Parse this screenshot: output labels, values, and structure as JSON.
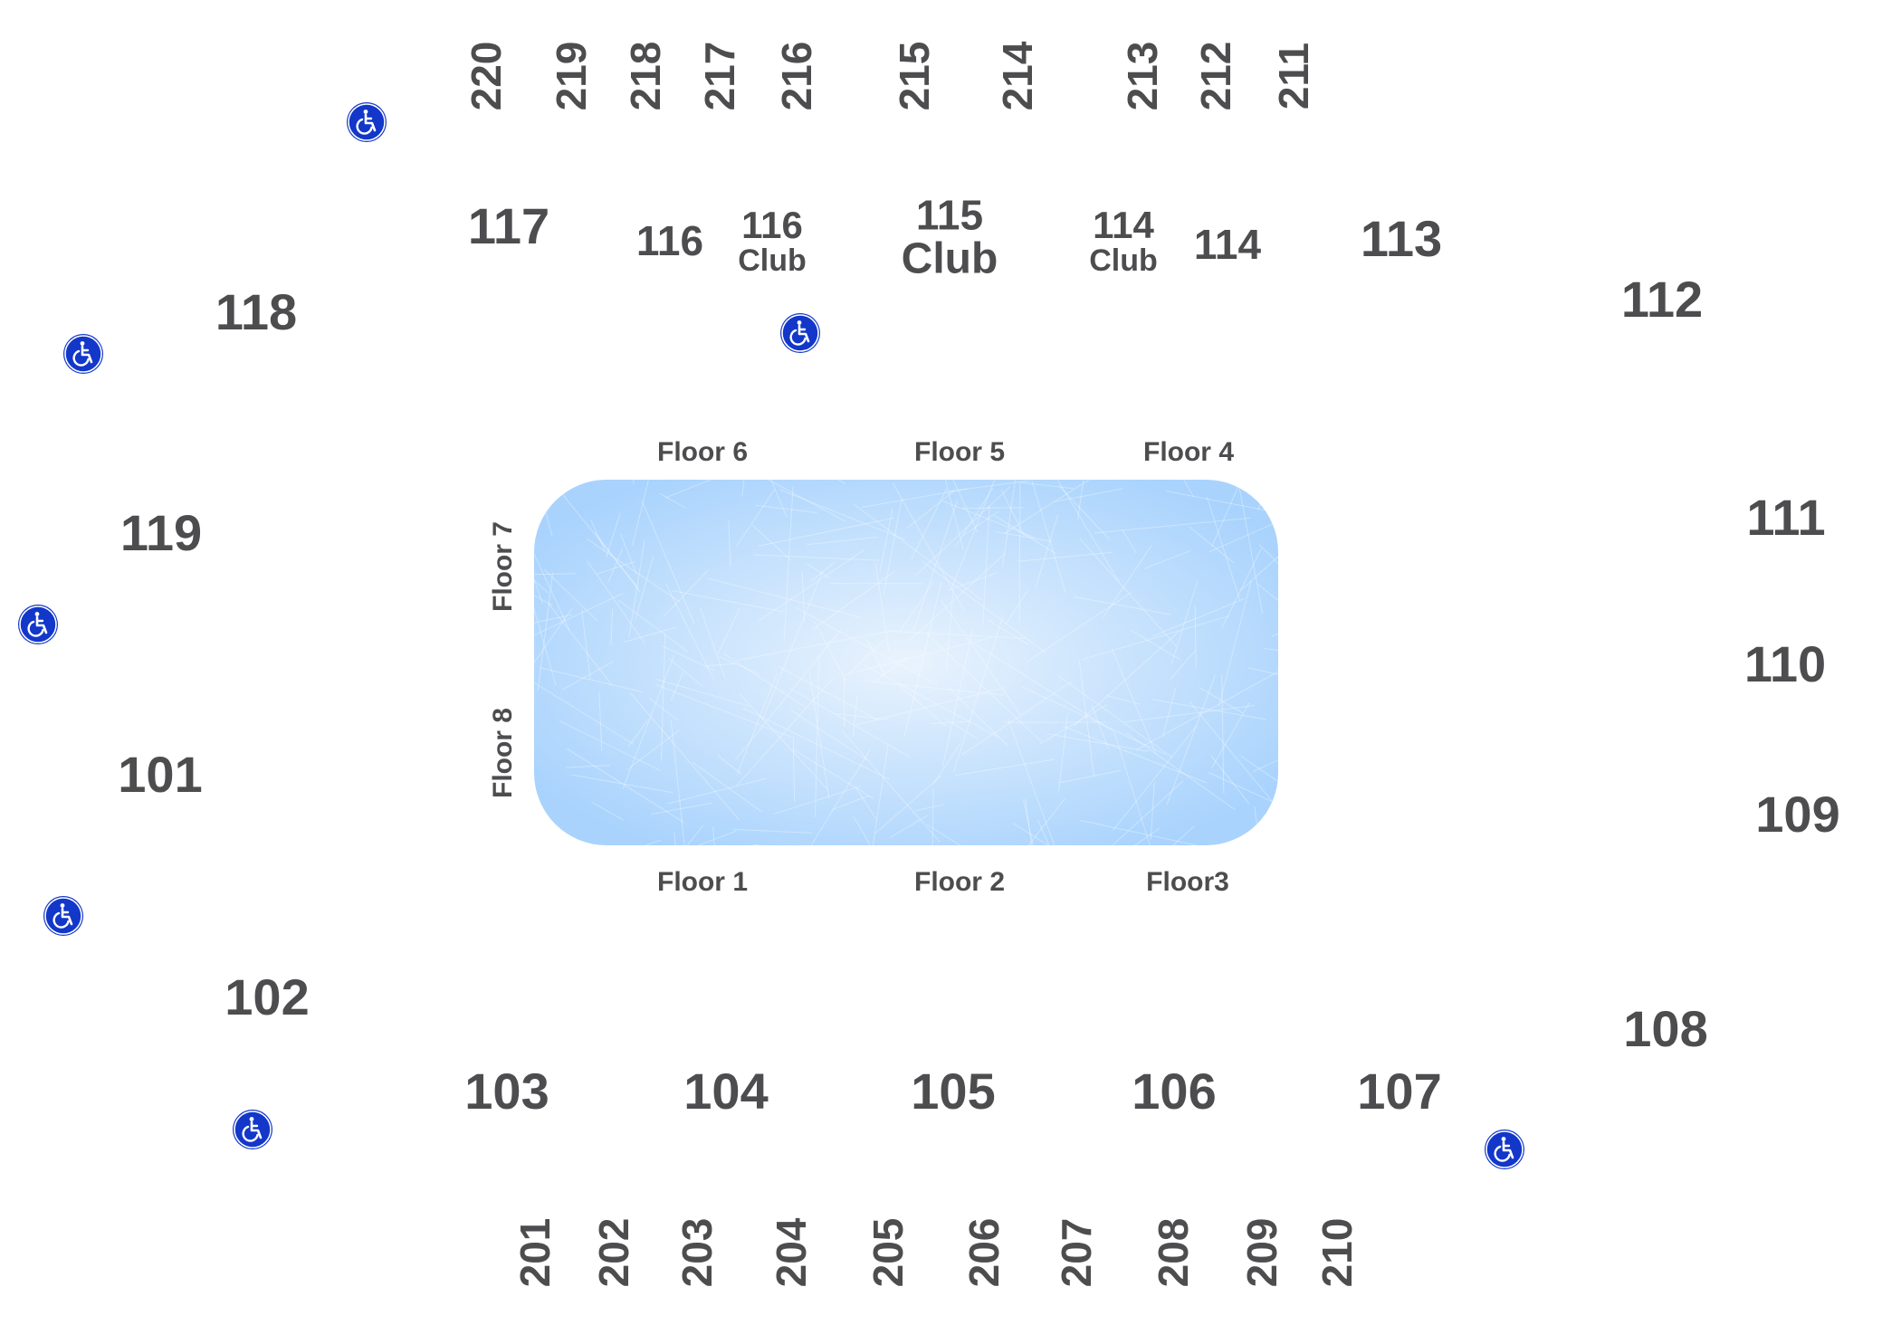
{
  "colors": {
    "label_gray": "#4d4d4f",
    "ada_blue": "#1237c9",
    "ice_light": "#e9f3fd",
    "ice_dark": "#a9d3fd"
  },
  "icons": {
    "accessible": "wheelchair-accessible-icon"
  },
  "sections_100": {
    "s101": "101",
    "s102": "102",
    "s103": "103",
    "s104": "104",
    "s105": "105",
    "s106": "106",
    "s107": "107",
    "s108": "108",
    "s109": "109",
    "s110": "110",
    "s111": "111",
    "s112": "112",
    "s113": "113",
    "s114": "114",
    "s116": "116",
    "s117": "117",
    "s118": "118",
    "s119": "119"
  },
  "club_sections": {
    "c114": {
      "number": "114",
      "label": "Club"
    },
    "c115": {
      "number": "115",
      "label": "Club"
    },
    "c116": {
      "number": "116",
      "label": "Club"
    }
  },
  "sections_200_top": {
    "s220": "220",
    "s219": "219",
    "s218": "218",
    "s217": "217",
    "s216": "216",
    "s215": "215",
    "s214": "214",
    "s213": "213",
    "s212": "212",
    "s211": "211"
  },
  "sections_200_bottom": {
    "s201": "201",
    "s202": "202",
    "s203": "203",
    "s204": "204",
    "s205": "205",
    "s206": "206",
    "s207": "207",
    "s208": "208",
    "s209": "209",
    "s210": "210"
  },
  "floor_sections": {
    "f1": "Floor 1",
    "f2": "Floor 2",
    "f3": "Floor3",
    "f4": "Floor 4",
    "f5": "Floor 5",
    "f6": "Floor 6",
    "f7": "Floor 7",
    "f8": "Floor 8"
  }
}
